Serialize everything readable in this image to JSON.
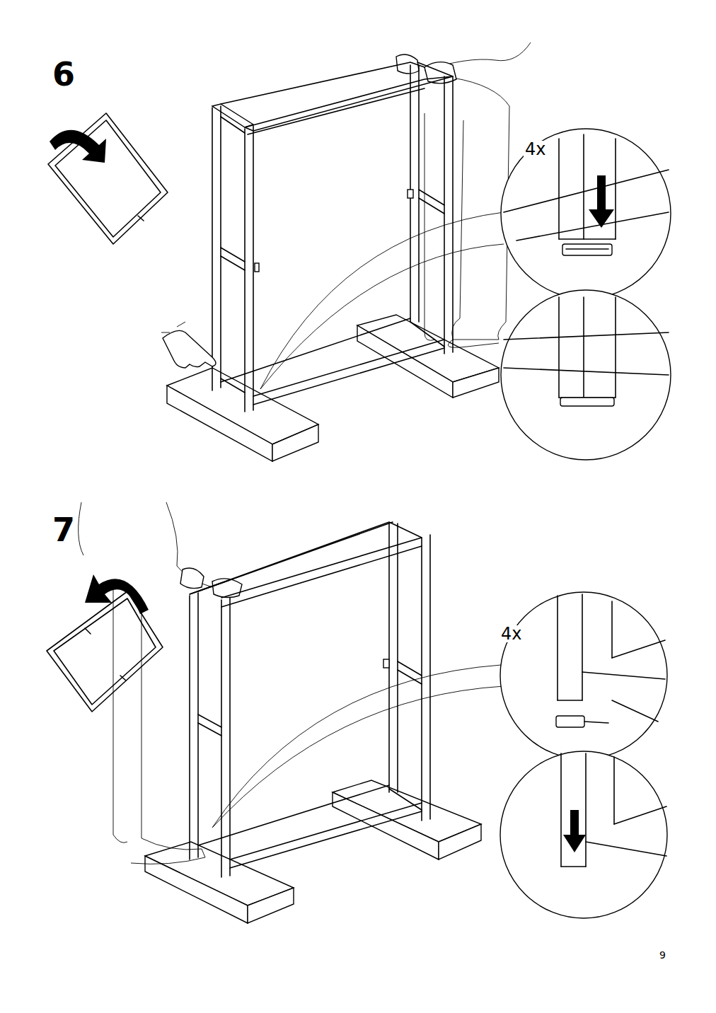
{
  "diagram": {
    "labels": [
      "6",
      "4x",
      "7",
      "4x",
      "9"
    ]
  }
}
